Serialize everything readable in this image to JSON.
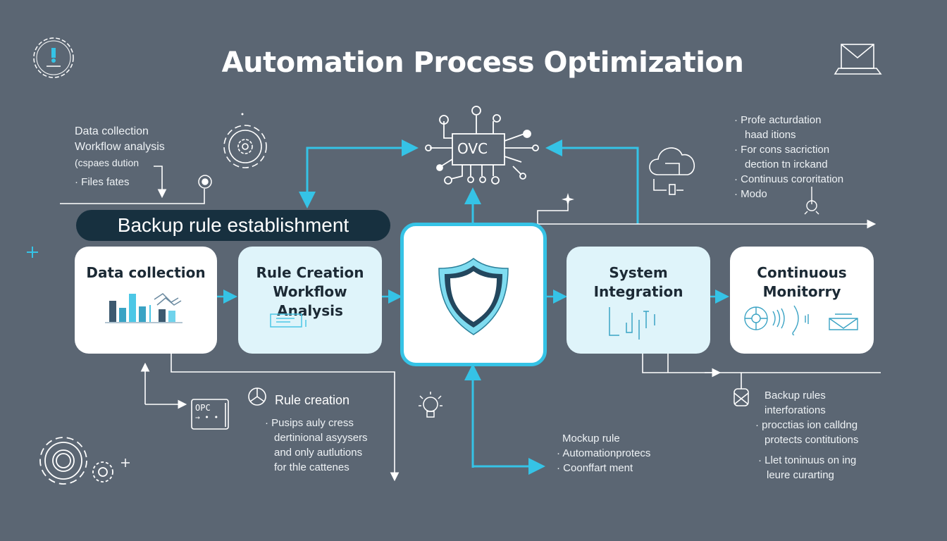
{
  "title": "Automation Process Optimization",
  "banner": "Backup rule establishment",
  "colors": {
    "background": "#5b6673",
    "accent": "#35c3e6",
    "card_light": "#dff4fa",
    "banner": "#17303f",
    "text_dark": "#1c2a35"
  },
  "top_left_note": {
    "lines": [
      "Data collection",
      "Workflow analysis",
      "(cspaes dution"
    ],
    "bullet": "Files fates"
  },
  "top_right_note": {
    "items": [
      {
        "bullet": "Profe acturdation",
        "cont": "haad itions"
      },
      {
        "bullet": "For cons sacriction",
        "cont": "dection tn irckand"
      },
      {
        "bullet": "Continuus cororitation",
        "cont": ""
      },
      {
        "bullet": "Modo",
        "cont": ""
      }
    ]
  },
  "chip_label": "OVC",
  "small_chip_label": "OPC",
  "cards": [
    {
      "title_lines": [
        "Data collection"
      ],
      "icon": "bar-chart-icon"
    },
    {
      "title_lines": [
        "Rule Creation",
        "Workflow",
        "Analysis"
      ],
      "icon": "document-icon"
    },
    {
      "title_lines": [],
      "icon": "shield-icon"
    },
    {
      "title_lines": [
        "System",
        "Integration"
      ],
      "icon": "signal-bars-icon"
    },
    {
      "title_lines": [
        "Continuous",
        "Monitorry"
      ],
      "icon": "monitoring-icons"
    }
  ],
  "rule_creation_note": {
    "heading": "Rule creation",
    "bullet": "Pusips auly cress",
    "lines": [
      "dertinional asyysers",
      "and only autlutions",
      "for thle cattenes"
    ]
  },
  "mockup_note": {
    "heading": "Mockup rule",
    "bullets": [
      "Automationprotecs",
      "Coonffart ment"
    ]
  },
  "backup_note": {
    "lines": [
      "Backup rules",
      "interforations"
    ],
    "items": [
      {
        "bullet": "procctias ion calldng",
        "cont": "protects contitutions"
      },
      {
        "bullet": "Llet toninuus on ing",
        "cont": "leure curarting"
      }
    ]
  }
}
